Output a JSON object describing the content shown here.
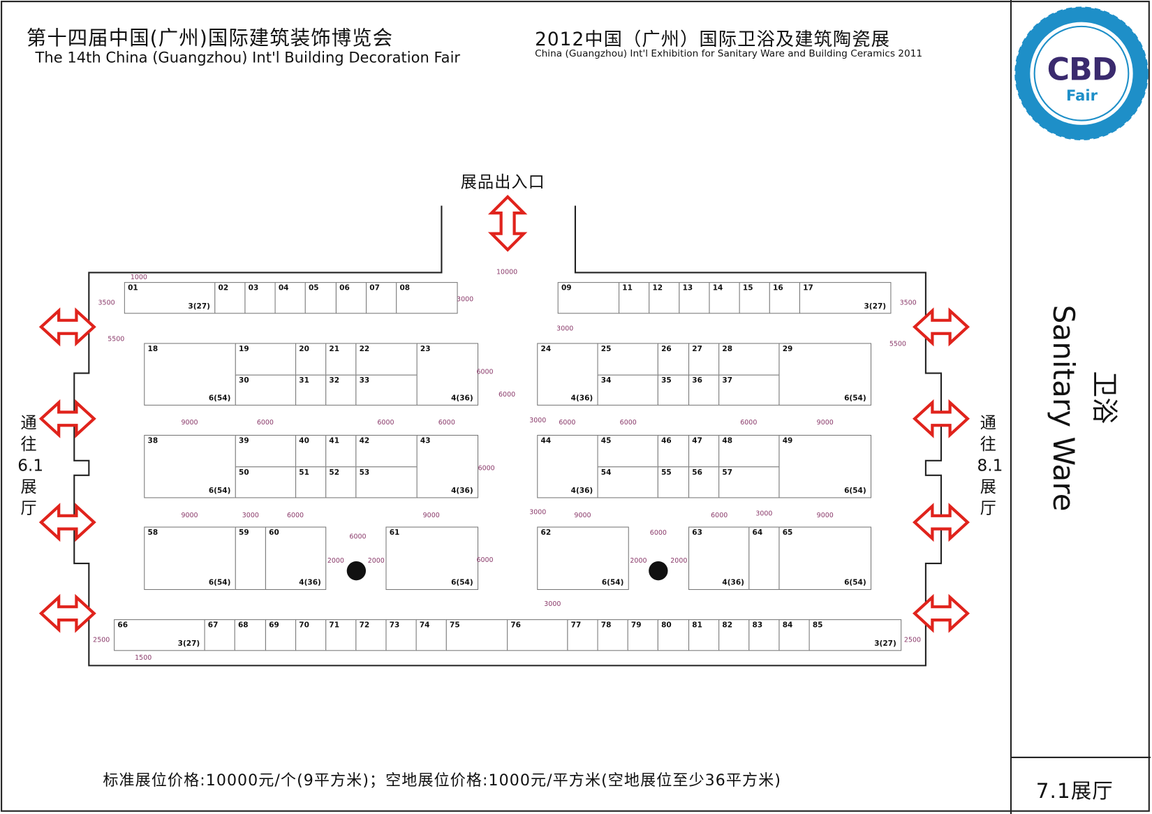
{
  "header": {
    "title_cn": "第十四届中国(广州)国际建筑装饰博览会",
    "title_en": "The 14th China (Guangzhou)  Int'l Building Decoration Fair",
    "sub_cn": "2012中国（广州）国际卫浴及建筑陶瓷展",
    "sub_en": "China  (Guangzhou) Int'l Exhibition for Sanitary Ware and Building Ceramics 2011"
  },
  "logo": {
    "text": "CBD",
    "sub": "Fair",
    "color": "#1e8fc8",
    "text_color": "#3a2a6e"
  },
  "entrance_label": "展品出入口",
  "left_exit": [
    "通",
    "往",
    "6.1",
    "展",
    "厅"
  ],
  "right_exit": [
    "通",
    "往",
    "8.1",
    "展",
    "厅"
  ],
  "side_panel": {
    "cn": "卫浴",
    "en": "Sanitary Ware",
    "hall": "7.1展厅"
  },
  "footer": "标准展位价格:10000元/个(9平方米)；空地展位价格:1000元/平方米(空地展位至少36平方米)",
  "arrow_color": "#e0231c",
  "booths": [
    {
      "no": "01",
      "size": "3(27)"
    },
    {
      "no": "02"
    },
    {
      "no": "03"
    },
    {
      "no": "04"
    },
    {
      "no": "05"
    },
    {
      "no": "06"
    },
    {
      "no": "07"
    },
    {
      "no": "08"
    },
    {
      "no": "09"
    },
    {
      "no": "11"
    },
    {
      "no": "12"
    },
    {
      "no": "13"
    },
    {
      "no": "14"
    },
    {
      "no": "15"
    },
    {
      "no": "16"
    },
    {
      "no": "17",
      "size": "3(27)"
    },
    {
      "no": "18",
      "size": "6(54)"
    },
    {
      "no": "19"
    },
    {
      "no": "30"
    },
    {
      "no": "20"
    },
    {
      "no": "31"
    },
    {
      "no": "21"
    },
    {
      "no": "32"
    },
    {
      "no": "22"
    },
    {
      "no": "33"
    },
    {
      "no": "23",
      "size": "4(36)"
    },
    {
      "no": "24",
      "size": "4(36)"
    },
    {
      "no": "25"
    },
    {
      "no": "34"
    },
    {
      "no": "26"
    },
    {
      "no": "35"
    },
    {
      "no": "27"
    },
    {
      "no": "36"
    },
    {
      "no": "28"
    },
    {
      "no": "37"
    },
    {
      "no": "29",
      "size": "6(54)"
    },
    {
      "no": "38",
      "size": "6(54)"
    },
    {
      "no": "39"
    },
    {
      "no": "50"
    },
    {
      "no": "40"
    },
    {
      "no": "51"
    },
    {
      "no": "41"
    },
    {
      "no": "52"
    },
    {
      "no": "42"
    },
    {
      "no": "53"
    },
    {
      "no": "43",
      "size": "4(36)"
    },
    {
      "no": "44",
      "size": "4(36)"
    },
    {
      "no": "45"
    },
    {
      "no": "54"
    },
    {
      "no": "46"
    },
    {
      "no": "55"
    },
    {
      "no": "47"
    },
    {
      "no": "56"
    },
    {
      "no": "48"
    },
    {
      "no": "57"
    },
    {
      "no": "49",
      "size": "6(54)"
    },
    {
      "no": "58",
      "size": "6(54)"
    },
    {
      "no": "59"
    },
    {
      "no": "60",
      "size": "4(36)"
    },
    {
      "no": "61",
      "size": "6(54)"
    },
    {
      "no": "62",
      "size": "6(54)"
    },
    {
      "no": "63",
      "size": "4(36)"
    },
    {
      "no": "64"
    },
    {
      "no": "65",
      "size": "6(54)"
    },
    {
      "no": "66",
      "size": "3(27)"
    },
    {
      "no": "67"
    },
    {
      "no": "68"
    },
    {
      "no": "69"
    },
    {
      "no": "70"
    },
    {
      "no": "71"
    },
    {
      "no": "72"
    },
    {
      "no": "73"
    },
    {
      "no": "74"
    },
    {
      "no": "75"
    },
    {
      "no": "76"
    },
    {
      "no": "77"
    },
    {
      "no": "78"
    },
    {
      "no": "79"
    },
    {
      "no": "80"
    },
    {
      "no": "81"
    },
    {
      "no": "82"
    },
    {
      "no": "83"
    },
    {
      "no": "84"
    },
    {
      "no": "85",
      "size": "3(27)"
    }
  ],
  "dimensions": [
    "1000",
    "10000",
    "3500",
    "3000",
    "3500",
    "3000",
    "5500",
    "5500",
    "6000",
    "6000",
    "3000",
    "9000",
    "6000",
    "6000",
    "6000",
    "6000",
    "6000",
    "6000",
    "9000",
    "6000",
    "3000",
    "9000",
    "3000",
    "6000",
    "9000",
    "9000",
    "6000",
    "3000",
    "9000",
    "6000",
    "6000",
    "2000",
    "2000",
    "2000",
    "2000",
    "6000",
    "3000",
    "2500",
    "2500",
    "1500"
  ]
}
